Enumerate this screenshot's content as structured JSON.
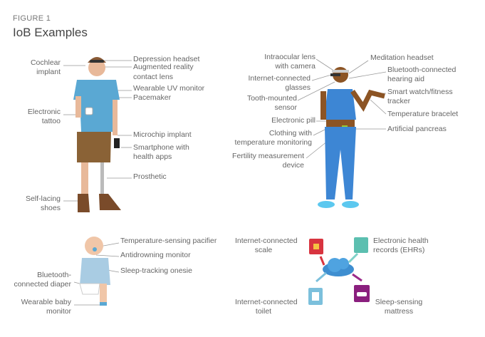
{
  "figure_label": "FIGURE 1",
  "title": "IoB Examples",
  "man": {
    "left": [
      {
        "l1": "Cochlear",
        "l2": "implant"
      },
      {
        "l1": "Electronic",
        "l2": "tattoo"
      },
      {
        "l1": "Self-lacing",
        "l2": "shoes"
      }
    ],
    "right": [
      "Depression headset",
      "Augmented reality",
      "contact lens",
      "Wearable UV monitor",
      "Pacemaker",
      "Microchip implant",
      "Smartphone with",
      "health apps",
      "Prosthetic"
    ]
  },
  "woman": {
    "left": [
      {
        "l1": "Intraocular lens",
        "l2": "with camera"
      },
      {
        "l1": "Internet-connected",
        "l2": "glasses"
      },
      {
        "l1": "Tooth-mounted",
        "l2": "sensor"
      },
      {
        "l1": "Electronic pill",
        "l2": ""
      },
      {
        "l1": "Clothing with",
        "l2": "temperature monitoring"
      },
      {
        "l1": "Fertility measurement",
        "l2": "device"
      }
    ],
    "right": [
      {
        "l1": "Meditation headset",
        "l2": ""
      },
      {
        "l1": "Bluetooth-connected",
        "l2": "hearing aid"
      },
      {
        "l1": "Smart watch/fitness",
        "l2": "tracker"
      },
      {
        "l1": "Temperature bracelet",
        "l2": ""
      },
      {
        "l1": "Artificial pancreas",
        "l2": ""
      }
    ]
  },
  "baby": {
    "right": [
      "Temperature-sensing pacifier",
      "Antidrowning monitor",
      "Sleep-tracking onesie"
    ],
    "left": [
      {
        "l1": "Bluetooth-",
        "l2": "connected diaper"
      },
      {
        "l1": "Wearable baby",
        "l2": "monitor"
      }
    ]
  },
  "cloud": {
    "scale": {
      "l1": "Internet-connected",
      "l2": "scale"
    },
    "ehr": {
      "l1": "Electronic health",
      "l2": "records (EHRs)"
    },
    "toilet": {
      "l1": "Internet-connected",
      "l2": "toilet"
    },
    "mattress": {
      "l1": "Sleep-sensing",
      "l2": "mattress"
    }
  }
}
